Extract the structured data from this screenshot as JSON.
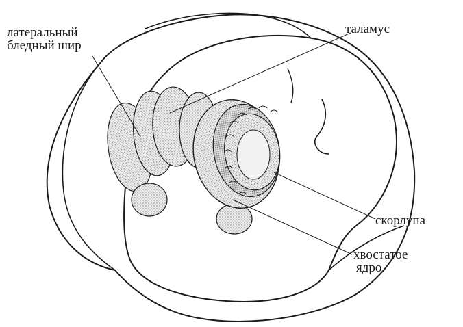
{
  "labels": {
    "lateral_pallidum_line1": "латеральный",
    "lateral_pallidum_line2": "бледный шир",
    "thalamus": "таламус",
    "putamen": "скорлупа",
    "caudate_line1": "хвостатое",
    "caudate_line2": "ядро"
  },
  "colors": {
    "ink": "#1a1a1a",
    "background": "#ffffff",
    "stipple": "#b8b8b8"
  }
}
